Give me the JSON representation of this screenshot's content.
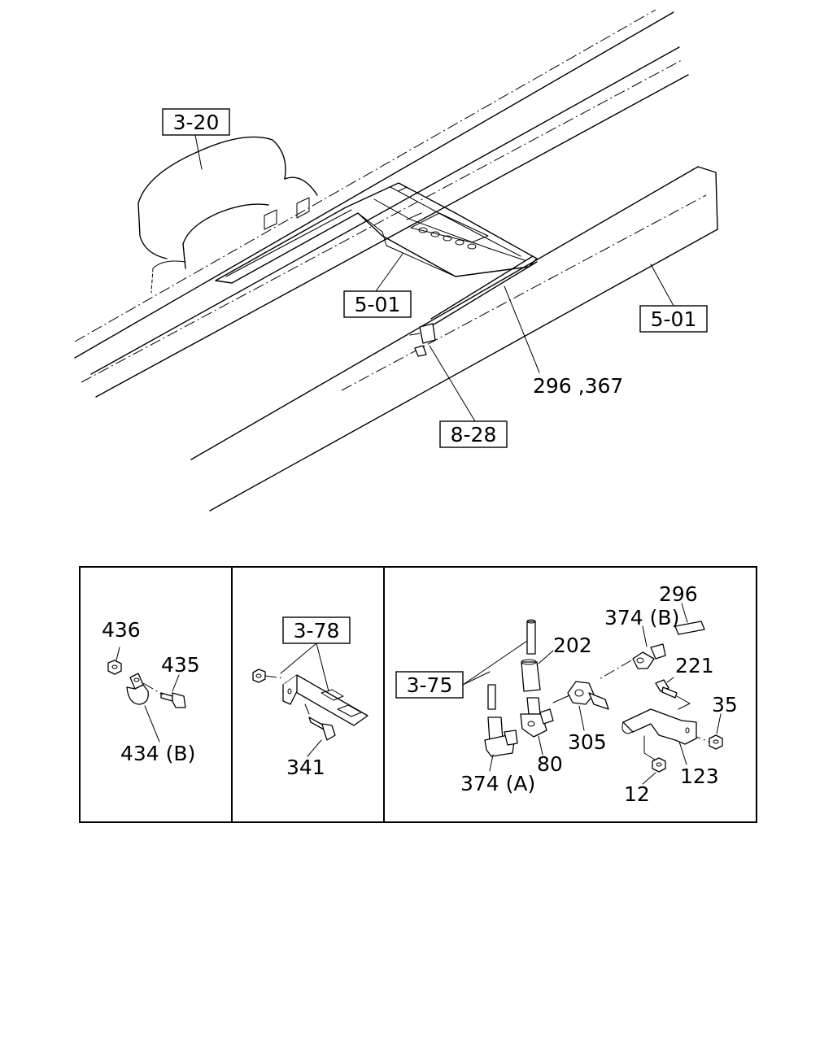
{
  "callouts": {
    "ref_3_20": "3-20",
    "ref_5_01_a": "5-01",
    "ref_5_01_b": "5-01",
    "ref_8_28": "8-28",
    "part_296_367": "296 ,367",
    "ref_3_78": "3-78",
    "ref_3_75": "3-75"
  },
  "panel1": {
    "p436": "436",
    "p435": "435",
    "p434b": "434 (B)"
  },
  "panel2": {
    "p341": "341"
  },
  "panel3": {
    "p296": "296",
    "p374b": "374 (B)",
    "p202": "202",
    "p221": "221",
    "p35": "35",
    "p305": "305",
    "p80": "80",
    "p374a": "374 (A)",
    "p123": "123",
    "p12": "12"
  }
}
